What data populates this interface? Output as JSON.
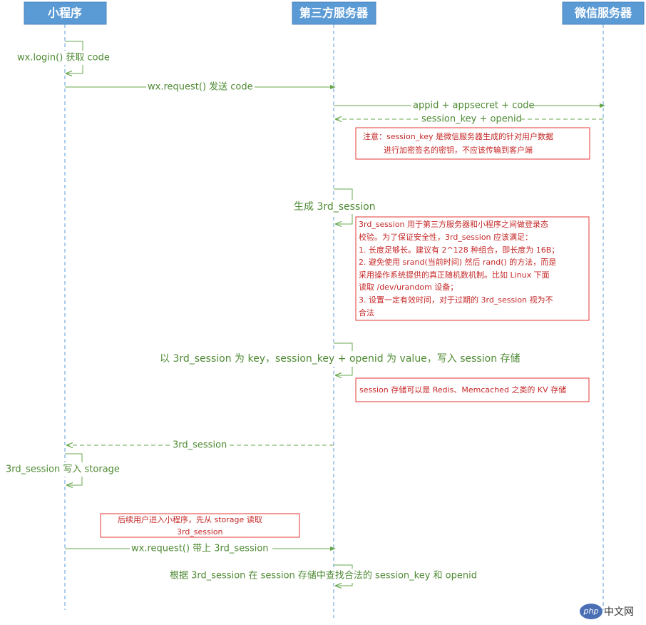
{
  "actors": [
    {
      "id": "miniprogram",
      "label": "小程序"
    },
    {
      "id": "thirdparty",
      "label": "第三方服务器"
    },
    {
      "id": "wechat",
      "label": "微信服务器"
    }
  ],
  "steps": {
    "login": "wx.login() 获取 code",
    "request_code": "wx.request() 发送 code",
    "appid": "appid + appsecret + code",
    "session_key": "session_key + openid",
    "gen_session": "生成 3rd_session",
    "store": "以 3rd_session 为 key，session_key + openid 为 value，写入 session 存储",
    "return_session": "3rd_session",
    "write_storage": "3rd_session 写入 storage",
    "request_with": "wx.request() 带上 3rd_session",
    "lookup": "根据 3rd_session 在 session 存储中查找合法的 session_key 和 openid"
  },
  "notes": {
    "session_key_note": [
      "注意：session_key 是微信服务器生成的针对用户数据",
      "进行加密签名的密钥，不应该传输到客户端"
    ],
    "third_session_note": [
      "3rd_session 用于第三方服务器和小程序之间做登录态",
      "校验。为了保证安全性，3rd_session 应该满足：",
      "1. 长度足够长。建议有 2^128 种组合，即长度为 16B；",
      "2. 避免使用 srand(当前时间) 然后 rand() 的方法，而是",
      "采用操作系统提供的真正随机数机制。比如 Linux 下面",
      "读取 /dev/urandom 设备；",
      "3. 设置一定有效时间，对于过期的 3rd_session 视为不",
      "合法"
    ],
    "storage_note": [
      "session 存储可以是 Redis、Memcached 之类的 KV 存储"
    ],
    "subsequent_note": [
      "后续用户进入小程序，先从 storage 读取",
      "3rd_session"
    ]
  },
  "watermark": {
    "badge": "php",
    "text": "中文网"
  }
}
